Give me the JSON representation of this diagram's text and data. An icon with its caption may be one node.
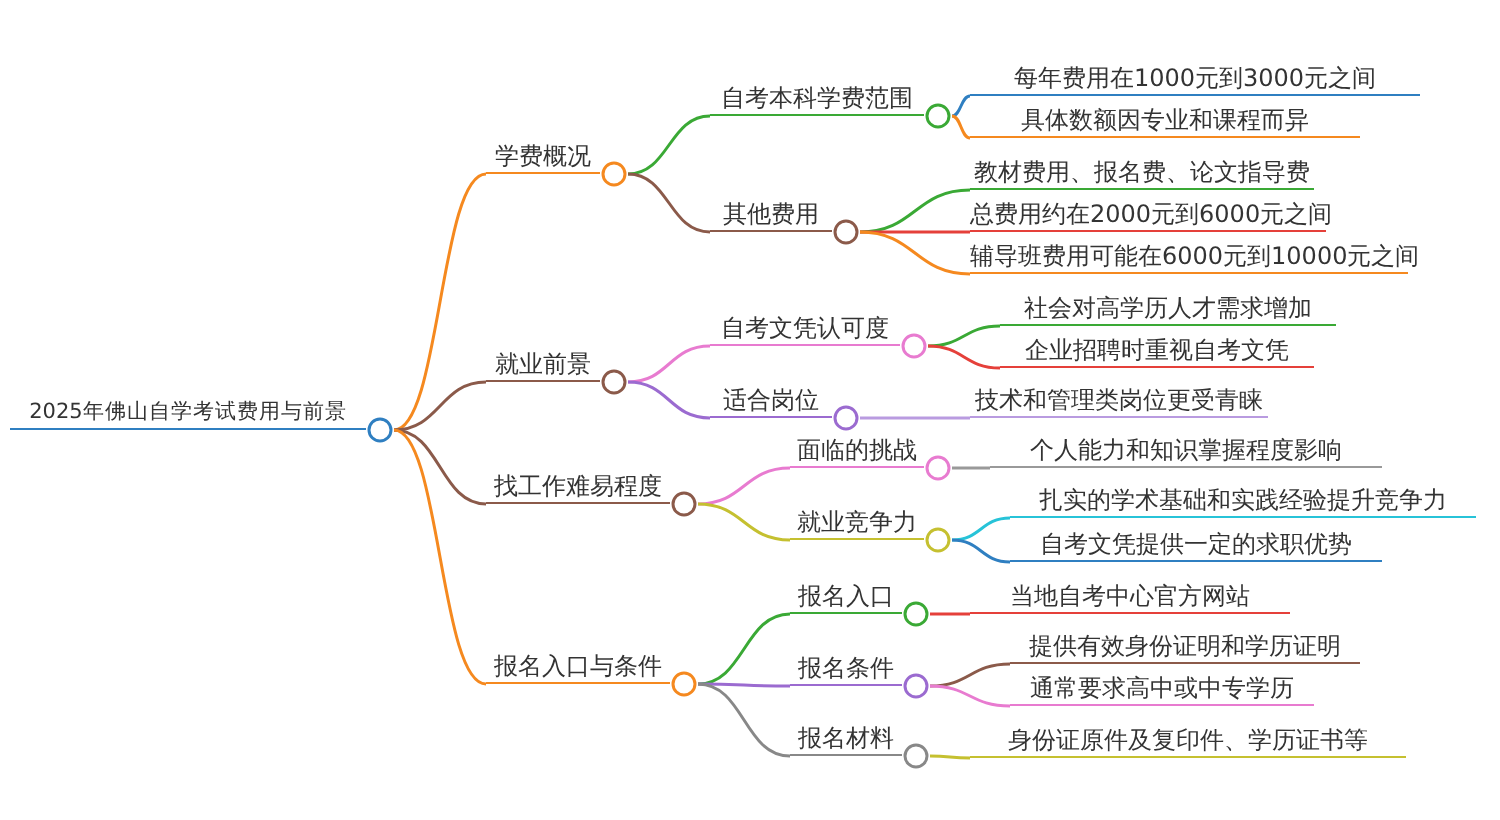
{
  "diagram": {
    "nodes": [
      {
        "text": [
          "2025年佛山自学考试费用与前景"
        ]
      },
      {
        "text": [
          "学费概况"
        ]
      },
      {
        "text": [
          "自考本科学费范围"
        ]
      },
      {
        "text": [
          "每年费用在1000元到3000元之间"
        ]
      },
      {
        "text": [
          "具体数额因专业和课程而异"
        ]
      },
      {
        "text": [
          "其他费用"
        ]
      },
      {
        "text": [
          "教材费用、报名费、论文指导费"
        ]
      },
      {
        "text": [
          "总费用约在2000元到6000元之间"
        ]
      },
      {
        "text": [
          "辅导班费用可能在6000元到10000元之间"
        ]
      },
      {
        "text": [
          "就业前景"
        ]
      },
      {
        "text": [
          "自考文凭认可度"
        ]
      },
      {
        "text": [
          "社会对高学历人才需求增加"
        ]
      },
      {
        "text": [
          "企业招聘时重视自考文凭"
        ]
      },
      {
        "text": [
          "适合岗位"
        ]
      },
      {
        "text": [
          "技术和管理类岗位更受青睐"
        ]
      },
      {
        "text": [
          "找工作难易程度"
        ]
      },
      {
        "text": [
          "面临的挑战"
        ]
      },
      {
        "text": [
          "个人能力和知识掌握程度影响"
        ]
      },
      {
        "text": [
          "就业竞争力"
        ]
      },
      {
        "text": [
          "扎实的学术基础和实践经验提升竞争力"
        ]
      },
      {
        "text": [
          "自考文凭提供一定的求职优势"
        ]
      },
      {
        "text": [
          "报名入口与条件"
        ]
      },
      {
        "text": [
          "报名入口"
        ]
      },
      {
        "text": [
          "当地自考中心官方网站"
        ]
      },
      {
        "text": [
          "报名条件"
        ]
      },
      {
        "text": [
          "提供有效身份证明和学历证明"
        ]
      },
      {
        "text": [
          "通常要求高中或中专学历"
        ]
      },
      {
        "text": [
          "报名材料"
        ]
      },
      {
        "text": [
          "身份证原件及复印件、学历证书等"
        ]
      }
    ],
    "edges": [
      {
        "from": 0,
        "to": 1,
        "arrow": "none",
        "color": "#f5891f"
      },
      {
        "from": 0,
        "to": 9,
        "arrow": "none",
        "color": "#8b5a4a"
      },
      {
        "from": 0,
        "to": 15,
        "arrow": "none",
        "color": "#8b5a4a"
      },
      {
        "from": 0,
        "to": 21,
        "arrow": "none",
        "color": "#f5891f"
      },
      {
        "from": 1,
        "to": 2,
        "arrow": "none",
        "color": "#3aa935"
      },
      {
        "from": 1,
        "to": 5,
        "arrow": "none",
        "color": "#8b5a4a"
      },
      {
        "from": 2,
        "to": 3,
        "arrow": "none",
        "color": "#2f7fc1"
      },
      {
        "from": 2,
        "to": 4,
        "arrow": "none",
        "color": "#f5891f"
      },
      {
        "from": 5,
        "to": 6,
        "arrow": "none",
        "color": "#3aa935"
      },
      {
        "from": 5,
        "to": 7,
        "arrow": "none",
        "color": "#e5403a"
      },
      {
        "from": 5,
        "to": 8,
        "arrow": "none",
        "color": "#f5891f"
      },
      {
        "from": 9,
        "to": 10,
        "arrow": "none",
        "color": "#e87bd0"
      },
      {
        "from": 9,
        "to": 13,
        "arrow": "none",
        "color": "#9b6bd0"
      },
      {
        "from": 10,
        "to": 11,
        "arrow": "none",
        "color": "#3aa935"
      },
      {
        "from": 10,
        "to": 12,
        "arrow": "none",
        "color": "#e5403a"
      },
      {
        "from": 13,
        "to": 14,
        "arrow": "none",
        "color": "#b99be0"
      },
      {
        "from": 15,
        "to": 16,
        "arrow": "none",
        "color": "#e87bd0"
      },
      {
        "from": 15,
        "to": 18,
        "arrow": "none",
        "color": "#c5c030"
      },
      {
        "from": 16,
        "to": 17,
        "arrow": "none",
        "color": "#999999"
      },
      {
        "from": 18,
        "to": 19,
        "arrow": "none",
        "color": "#27c3d8"
      },
      {
        "from": 18,
        "to": 20,
        "arrow": "none",
        "color": "#2f7fc1"
      },
      {
        "from": 21,
        "to": 22,
        "arrow": "none",
        "color": "#3aa935"
      },
      {
        "from": 21,
        "to": 24,
        "arrow": "none",
        "color": "#9b6bd0"
      },
      {
        "from": 21,
        "to": 27,
        "arrow": "none",
        "color": "#888888"
      },
      {
        "from": 22,
        "to": 23,
        "arrow": "none",
        "color": "#e5403a"
      },
      {
        "from": 24,
        "to": 25,
        "arrow": "none",
        "color": "#8b5a4a"
      },
      {
        "from": 24,
        "to": 26,
        "arrow": "none",
        "color": "#e87bd0"
      },
      {
        "from": 27,
        "to": 28,
        "arrow": "none",
        "color": "#c5c030"
      }
    ]
  }
}
